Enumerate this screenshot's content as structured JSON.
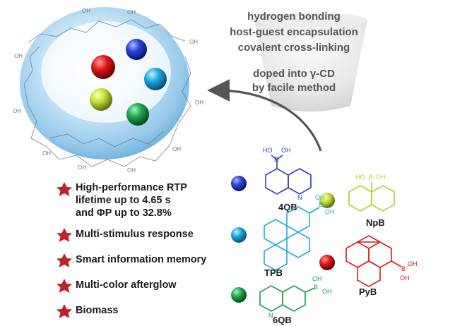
{
  "methods": {
    "line1": "hydrogen bonding",
    "line2": "host-guest encapsulation",
    "line3": "covalent cross-linking",
    "line4": "doped into γ-CD",
    "line5": "by facile method"
  },
  "features": [
    {
      "lines": [
        "High-performance RTP",
        "lifetime up to 4.65 s",
        "and ΦP up to 32.8%"
      ]
    },
    {
      "lines": [
        "Multi-stimulus response"
      ]
    },
    {
      "lines": [
        "Smart information memory"
      ]
    },
    {
      "lines": [
        "Multi-color afterglow"
      ]
    },
    {
      "lines": [
        "Biomass"
      ]
    }
  ],
  "molecules": {
    "qb4": {
      "name": "4QB",
      "color": "#2b3fb8"
    },
    "npb": {
      "name": "NpB",
      "color": "#a6d62a"
    },
    "tpb": {
      "name": "TPB",
      "color": "#1fa8d8"
    },
    "pyb": {
      "name": "PyB",
      "color": "#d41c1c"
    },
    "qb6": {
      "name": "6QB",
      "color": "#1a9a4a"
    }
  },
  "atom_labels": {
    "boron": "B",
    "hydroxyl": "OH",
    "nitrogen": "N",
    "ho": "HO"
  },
  "cd_hydroxyl": "OH",
  "colors": {
    "star": "#c0202a",
    "cd_body": "#9fd0ee",
    "arrow": "#555555"
  }
}
